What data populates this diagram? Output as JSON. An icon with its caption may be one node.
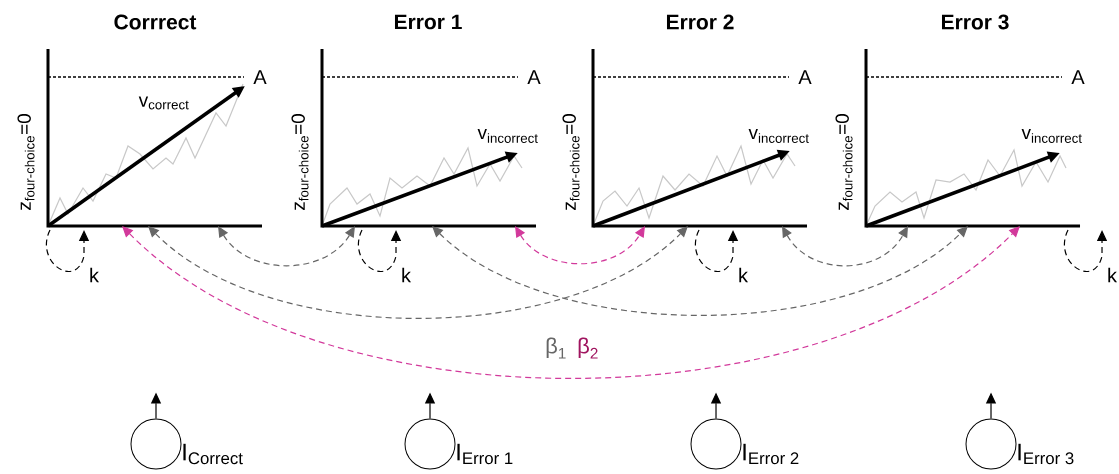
{
  "diagram": {
    "nodes": [
      {
        "text": [
          "Corrrect",
          "A",
          "\\text{v}_{\\text{correct}}",
          "\\text{z}_{\\text{four-choice}}\\text{=0}"
        ]
      },
      {
        "text": [
          "Error 1",
          "A",
          "\\text{v}_{\\text{incorrect}}",
          "\\text{z}_{\\text{four-choice}}\\text{=0}"
        ]
      },
      {
        "text": [
          "Error 2",
          "A",
          "\\text{v}_{\\text{incorrect}}",
          "\\text{z}_{\\text{four-choice}}\\text{=0}"
        ]
      },
      {
        "text": [
          "Error 3",
          "A",
          "\\text{v}_{\\text{incorrect}}",
          "\\text{z}_{\\text{four-choice}}\\text{=0}"
        ]
      },
      {
        "text": [],
        "shape": "circle",
        "beside": [
          "\\text{I}_{\\text{Correct}}"
        ]
      },
      {
        "text": [],
        "shape": "circle",
        "beside": [
          "\\text{I}_{\\text{Error 1}}"
        ]
      },
      {
        "text": [],
        "shape": "circle",
        "beside": [
          "\\text{I}_{\\text{Error 2}}"
        ]
      },
      {
        "text": [],
        "shape": "circle",
        "beside": [
          "\\text{I}_{\\text{Error 3}}"
        ]
      }
    ],
    "edges": [
      {
        "from": 0,
        "to": 0,
        "arrow": "to",
        "label": "k",
        "style": "dashed"
      },
      {
        "from": 1,
        "to": 1,
        "arrow": "to",
        "label": "k",
        "style": "dashed"
      },
      {
        "from": 2,
        "to": 2,
        "arrow": "to",
        "label": "k",
        "style": "dashed"
      },
      {
        "from": 3,
        "to": 3,
        "arrow": "to",
        "label": "k",
        "style": "dashed"
      },
      {
        "from": 0,
        "to": 1,
        "arrow": "both",
        "style": "dashed",
        "color": "#666666"
      },
      {
        "from": 0,
        "to": 2,
        "arrow": "both",
        "style": "dashed",
        "color": "#666666"
      },
      {
        "from": 1,
        "to": 3,
        "arrow": "both",
        "style": "dashed",
        "color": "#666666"
      },
      {
        "from": 2,
        "to": 3,
        "arrow": "both",
        "style": "dashed",
        "color": "#666666"
      },
      {
        "from": 0,
        "to": 3,
        "arrow": "both",
        "style": "dashed",
        "color": "#d2399b"
      },
      {
        "from": 1,
        "to": 2,
        "arrow": "both",
        "style": "dashed",
        "color": "#d2399b"
      },
      {
        "from": 4,
        "to": null,
        "arrow": "to"
      },
      {
        "from": 5,
        "to": null,
        "arrow": "to"
      },
      {
        "from": 6,
        "to": null,
        "arrow": "to"
      },
      {
        "from": 7,
        "to": null,
        "arrow": "to"
      }
    ],
    "labels": [
      "\\text{β}_{\\text{1}}",
      "\\text{β}_{\\text{2}}"
    ]
  }
}
